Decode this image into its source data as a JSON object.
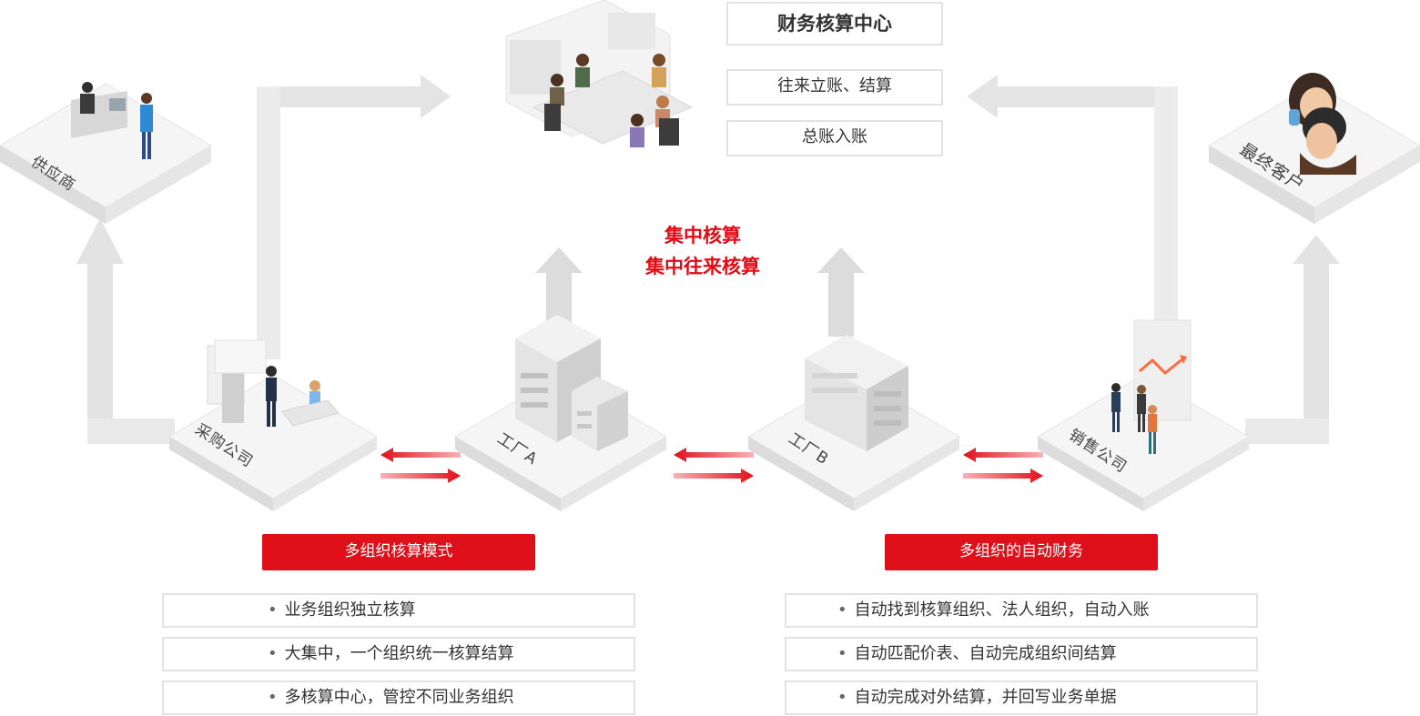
{
  "finance_center": {
    "title": "财务核算中心",
    "items": [
      "往来立账、结算",
      "总账入账"
    ]
  },
  "center_titles": [
    "集中核算",
    "集中往来核算"
  ],
  "nodes": {
    "supplier": "供应商",
    "end_customer": "最终客户",
    "purchasing": "采购公司",
    "factory_a": "工厂A",
    "factory_b": "工厂B",
    "sales": "销售公司"
  },
  "left_panel": {
    "header": "多组织核算模式",
    "items": [
      "业务组织独立核算",
      "大集中，一个组织统一核算结算",
      "多核算中心，管控不同业务组织"
    ]
  },
  "right_panel": {
    "header": "多组织的自动财务",
    "items": [
      "自动找到核算组织、法人组织，自动入账",
      "自动匹配价表、自动完成组织间结算",
      "自动完成对外结算，并回写业务单据"
    ]
  },
  "colors": {
    "accent": "#e0101a",
    "arrow_gray": "#e6e6e6",
    "platform": "#f1f1f1"
  },
  "icons": [
    "person-icon",
    "desk-icon",
    "building-icon",
    "chart-icon",
    "handshake-icon"
  ]
}
